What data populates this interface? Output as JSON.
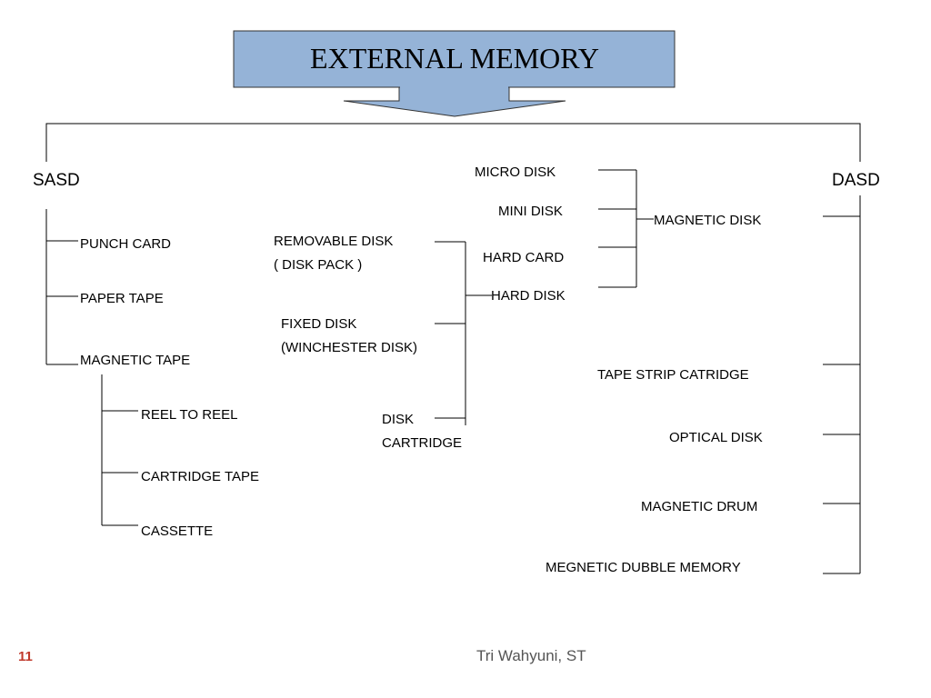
{
  "title": "EXTERNAL MEMORY",
  "colors": {
    "title_fill": "#95b3d7",
    "line": "#000000",
    "page_number": "#c0392b",
    "footer_text": "#555555"
  },
  "nodes": {
    "sasd": "SASD",
    "dasd": "DASD",
    "punch_card": "PUNCH CARD",
    "paper_tape": "PAPER TAPE",
    "magnetic_tape": "MAGNETIC TAPE",
    "reel_to_reel": "REEL TO REEL",
    "cartridge_tape": "CARTRIDGE TAPE",
    "cassette": "CASSETTE",
    "removable_disk": "REMOVABLE DISK\n( DISK PACK )",
    "fixed_disk": "FIXED DISK\n(WINCHESTER DISK)",
    "disk_cartridge": "DISK\nCARTRIDGE",
    "micro_disk": "MICRO DISK",
    "mini_disk": "MINI DISK",
    "hard_card": "HARD CARD",
    "hard_disk": "HARD DISK",
    "magnetic_disk": "MAGNETIC DISK",
    "tape_strip_catridge": "TAPE STRIP CATRIDGE",
    "optical_disk": "OPTICAL DISK",
    "magnetic_drum": "MAGNETIC DRUM",
    "megnetic_dubble_memory": "MEGNETIC DUBBLE MEMORY"
  },
  "footer": {
    "page_number": "11",
    "author": "Tri Wahyuni, ST"
  }
}
